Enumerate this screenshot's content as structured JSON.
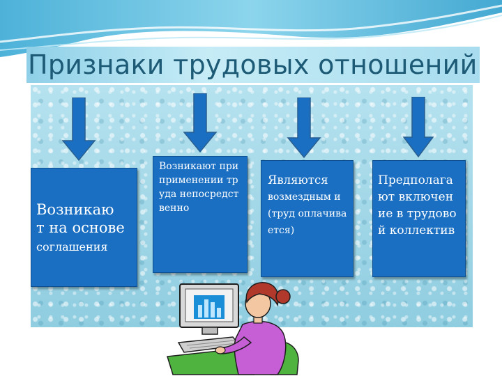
{
  "title": "Признаки трудовых отношений",
  "boxes": [
    {
      "line1": "Возникаю",
      "line2": "т на основе",
      "line3": "соглашения"
    },
    {
      "text": "Возникают при применении труда непосредственно"
    },
    {
      "part1": "Являются",
      "part2": "возмездным и (труд оплачивается)"
    },
    {
      "text": "Предполагают включение в трудовой коллектив"
    }
  ],
  "colors": {
    "box": "#1a6fc2",
    "arrow": "#1a6fc2",
    "title_text": "#1d5a76",
    "panel": "#9fd6e6"
  },
  "icons": [
    "down-arrow-icon",
    "computer-monitor-icon",
    "woman-at-computer-illustration"
  ]
}
